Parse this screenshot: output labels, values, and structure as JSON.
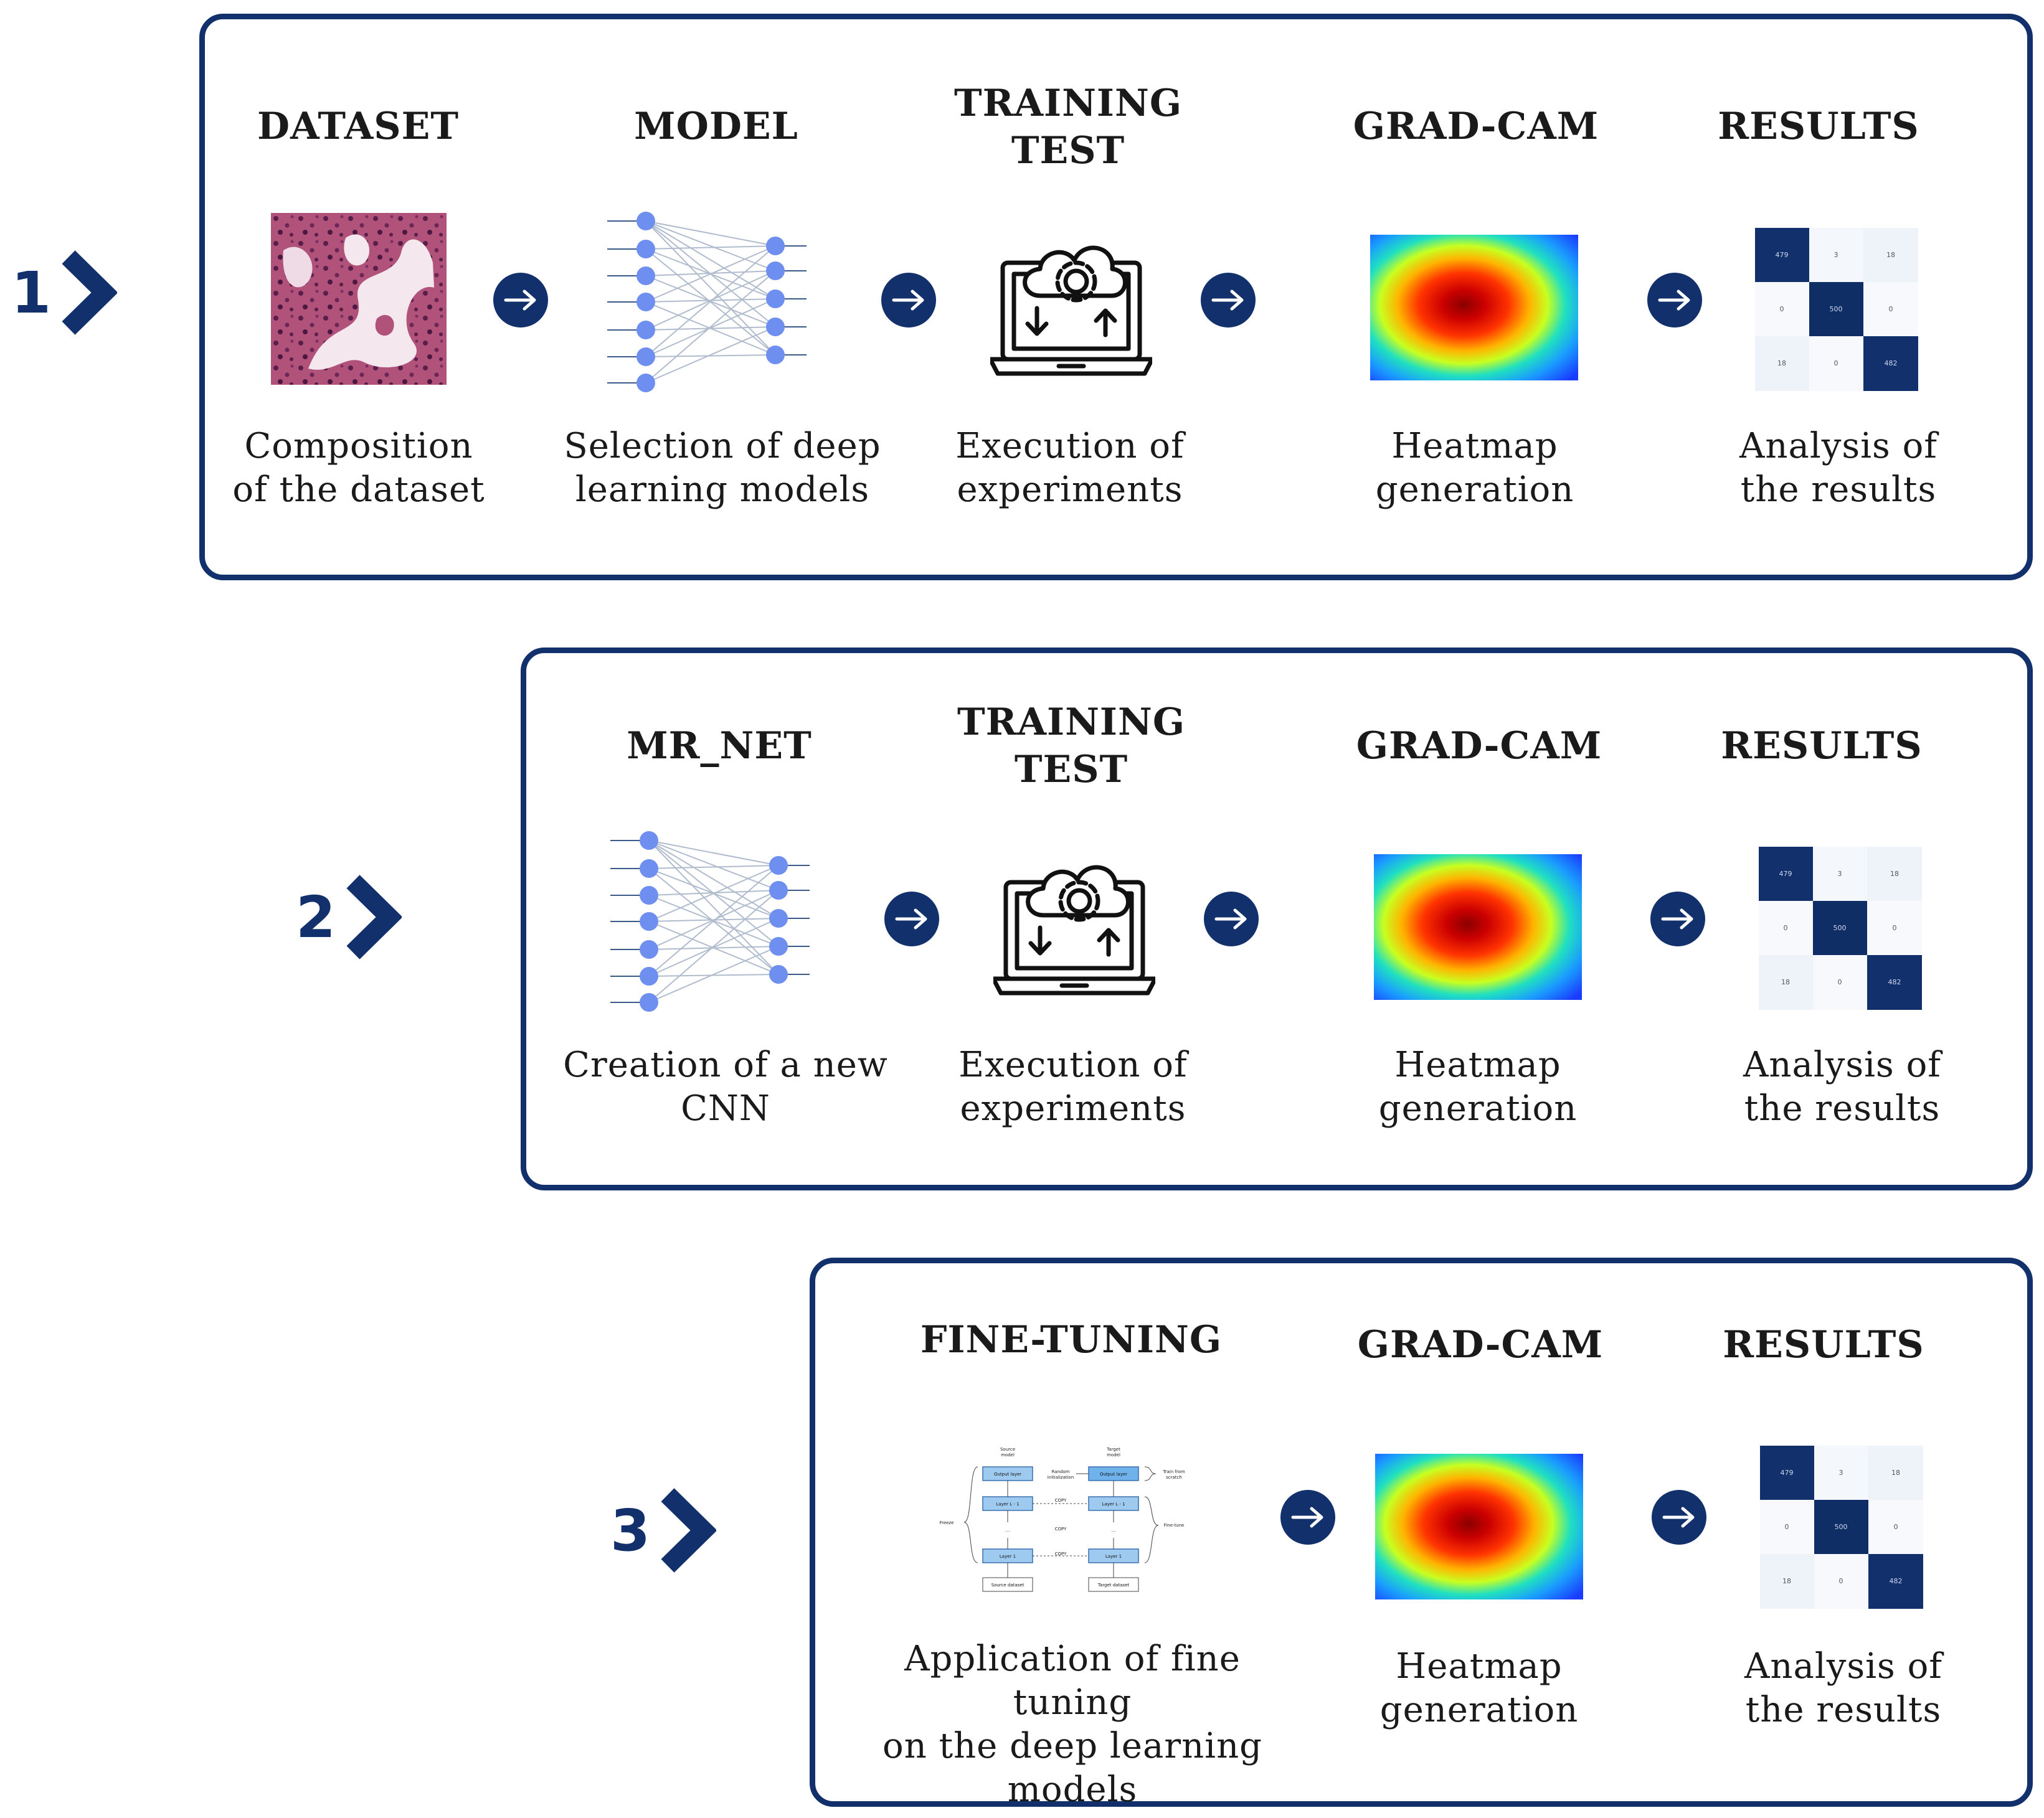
{
  "steps": [
    {
      "number": "1"
    },
    {
      "number": "2"
    },
    {
      "number": "3"
    }
  ],
  "row1": {
    "dataset": {
      "title": "DATASET",
      "caption": "Composition\nof the dataset"
    },
    "model": {
      "title": "MODEL",
      "caption": "Selection of deep\nlearning models"
    },
    "training": {
      "title": "TRAINING\nTEST",
      "caption": "Execution of\nexperiments"
    },
    "gradcam": {
      "title": "GRAD-CAM",
      "caption": "Heatmap\ngeneration"
    },
    "results": {
      "title": "RESULTS",
      "caption": "Analysis of\nthe results"
    }
  },
  "row2": {
    "mrnet": {
      "title": "MR_NET",
      "caption": "Creation of a new\nCNN"
    },
    "training": {
      "title": "TRAINING\nTEST",
      "caption": "Execution of\nexperiments"
    },
    "gradcam": {
      "title": "GRAD-CAM",
      "caption": "Heatmap\ngeneration"
    },
    "results": {
      "title": "RESULTS",
      "caption": "Analysis of\nthe results"
    }
  },
  "row3": {
    "finetuning": {
      "title": "FINE-TUNING",
      "caption": "Application of fine tuning\non the deep learning\nmodels"
    },
    "gradcam": {
      "title": "GRAD-CAM",
      "caption": "Heatmap\ngeneration"
    },
    "results": {
      "title": "RESULTS",
      "caption": "Analysis of\nthe results"
    }
  },
  "confusion_matrix": {
    "values": [
      [
        "479",
        "3",
        "18"
      ],
      [
        "0",
        "500",
        "0"
      ],
      [
        "18",
        "0",
        "482"
      ]
    ]
  },
  "finetune_diagram": {
    "source_model": "Source\nmodel",
    "target_model": "Target\nmodel",
    "random_init": "Random\ninitialization",
    "train_from_scratch": "Train from\nscratch",
    "output_layer": "Output layer",
    "layer_l1": "Layer L-1",
    "layer_1": "Layer 1",
    "source_dataset": "Source dataset",
    "target_dataset": "Target dataset",
    "copy": "COPY",
    "freeze": "Freeze",
    "fine_tune": "Fine-tune"
  },
  "colors": {
    "navy": "#12306b",
    "heat_low": "#1a3cff",
    "heat_high": "#8b0000",
    "node": "#6f8ff0"
  }
}
